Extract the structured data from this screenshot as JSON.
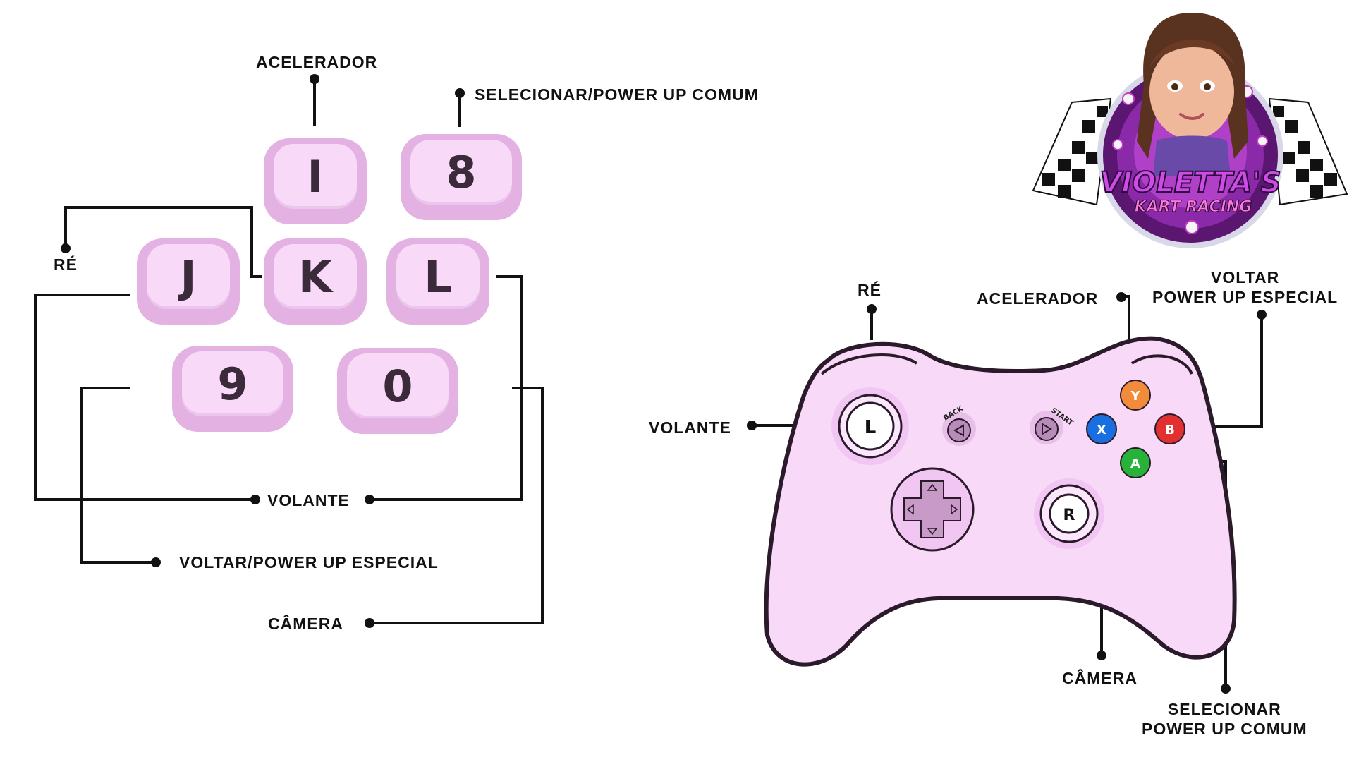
{
  "keyboard": {
    "keys": {
      "i": "I",
      "eight": "8",
      "j": "J",
      "k": "K",
      "l": "L",
      "nine": "9",
      "zero": "0"
    },
    "labels": {
      "acelerador": "ACELERADOR",
      "selecionar": "SELECIONAR/POWER UP COMUM",
      "re": "RÉ",
      "volante": "VOLANTE",
      "voltar": "VOLTAR/POWER UP ESPECIAL",
      "camera": "CÂMERA"
    }
  },
  "controller": {
    "labels": {
      "re": "RÉ",
      "acelerador": "ACELERADOR",
      "voltar_line1": "VOLTAR",
      "voltar_line2": "POWER UP ESPECIAL",
      "volante": "VOLANTE",
      "camera": "CÂMERA",
      "selecionar_line1": "SELECIONAR",
      "selecionar_line2": "POWER UP COMUM"
    },
    "buttons": {
      "left_stick": "L",
      "right_stick": "R",
      "back": "BACK",
      "start": "START",
      "y": "Y",
      "x": "X",
      "b": "B",
      "a": "A"
    },
    "colors": {
      "body": "#f8d9f8",
      "outline": "#2a1a2a",
      "button_y": "#f28c3a",
      "button_x": "#1a6fe0",
      "button_b": "#e23030",
      "button_a": "#27b23a"
    }
  },
  "logo": {
    "title": "VIOLETTA'S",
    "subtitle": "KART RACING"
  }
}
